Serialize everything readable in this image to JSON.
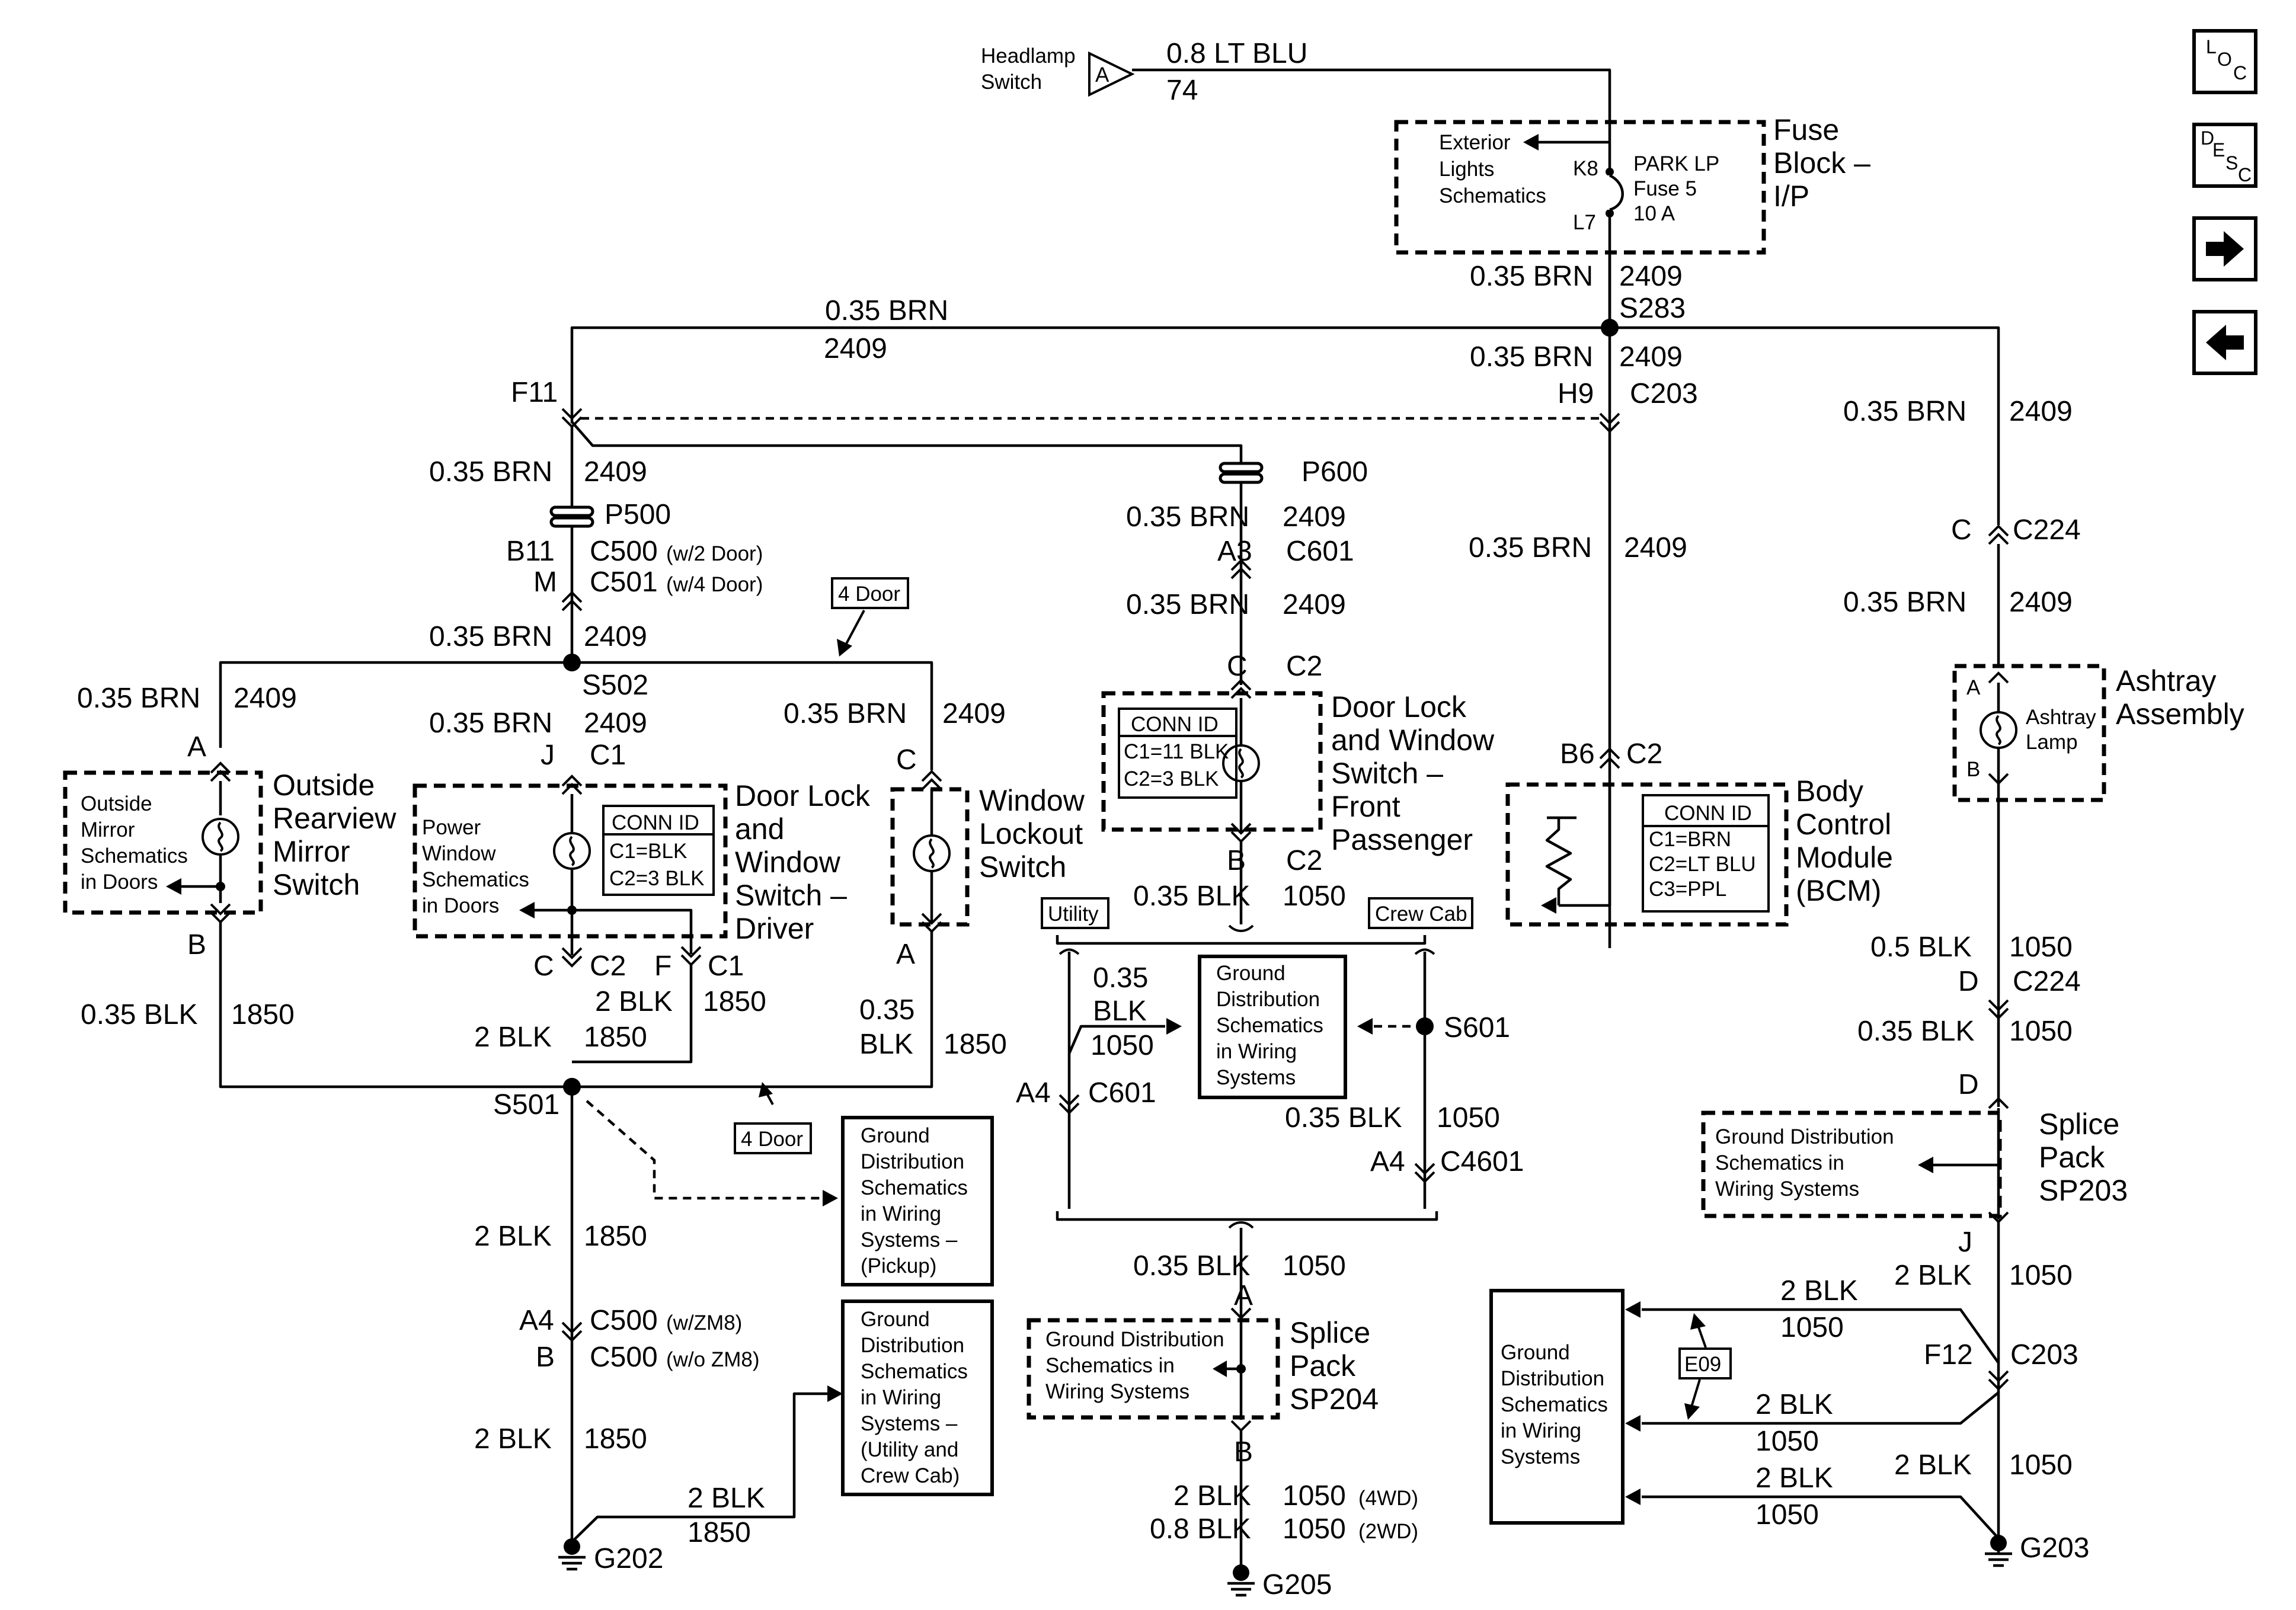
{
  "nav": {
    "loc_letters": [
      "L",
      "O",
      "C"
    ],
    "desc_letters": [
      "D",
      "E",
      "S",
      "C"
    ]
  },
  "top": {
    "headlamp_switch": [
      "Headlamp",
      "Switch"
    ],
    "conn_a": "A",
    "wire_gauge": "0.8 LT BLU",
    "wire_circuit": "74"
  },
  "fuse_block": {
    "title": [
      "Fuse",
      "Block –",
      "I/P"
    ],
    "exterior": [
      "Exterior",
      "Lights",
      "Schematics"
    ],
    "k8": "K8",
    "l7": "L7",
    "fuse": [
      "PARK LP",
      "Fuse 5",
      "10 A"
    ]
  },
  "spine": {
    "w1_gauge": "0.35 BRN",
    "w1_circuit": "2409",
    "s283": "S283",
    "w_main_gauge": "0.35 BRN",
    "w_main_circuit": "2409",
    "w2_gauge": "0.35 BRN",
    "w2_circuit": "2409",
    "h9": "H9",
    "c203": "C203",
    "w3_gauge": "0.35 BRN",
    "w3_circuit": "2409",
    "b6": "B6",
    "c2": "C2"
  },
  "left": {
    "f11": "F11",
    "w1_gauge": "0.35 BRN",
    "w1_circuit": "2409",
    "p500": "P500",
    "b11": "B11",
    "c500": "C500",
    "c500_note": "(w/2 Door)",
    "m": "M",
    "c501": "C501",
    "c501_note": "(w/4 Door)",
    "four_door": "4 Door",
    "w2_gauge": "0.35 BRN",
    "w2_circuit": "2409",
    "s502": "S502",
    "w3_gauge": "0.35 BRN",
    "w3_circuit": "2409",
    "j": "J",
    "c1": "C1"
  },
  "mirror": {
    "w_gauge": "0.35 BRN",
    "w_circuit": "2409",
    "pin_a": "A",
    "pin_b": "B",
    "box_text": [
      "Outside",
      "Mirror",
      "Schematics",
      "in Doors"
    ],
    "title": [
      "Outside",
      "Rearview",
      "Mirror",
      "Switch"
    ],
    "wb_gauge": "0.35 BLK",
    "wb_circuit": "1850"
  },
  "driver": {
    "box_text": [
      "Power",
      "Window",
      "Schematics",
      "in Doors"
    ],
    "conn_id": [
      "CONN ID",
      "C1=BLK",
      "C2=3 BLK"
    ],
    "title": [
      "Door Lock",
      "and",
      "Window",
      "Switch –",
      "Driver"
    ],
    "c": "C",
    "c2": "C2",
    "f": "F",
    "c1": "C1",
    "w_c_gauge": "2 BLK",
    "w_c_circuit": "1850",
    "w_f_gauge": "2 BLK",
    "w_f_circuit": "1850"
  },
  "lockout": {
    "w_gauge": "0.35 BRN",
    "w_circuit": "2409",
    "pin_c": "C",
    "pin_a": "A",
    "title": [
      "Window",
      "Lockout",
      "Switch"
    ],
    "wb_gauge": [
      "0.35",
      "BLK"
    ],
    "wb_circuit": "1850"
  },
  "ground_left": {
    "s501": "S501",
    "four_door": "4 Door",
    "pickup_box": [
      "Ground",
      "Distribution",
      "Schematics",
      "in Wiring",
      "Systems –",
      "(Pickup)"
    ],
    "w1_gauge": "2 BLK",
    "w1_circuit": "1850",
    "a4": "A4",
    "b": "B",
    "c500a": "C500",
    "c500a_note": "(w/ZM8)",
    "c500b": "C500",
    "c500b_note": "(w/o ZM8)",
    "utility_box": [
      "Ground",
      "Distribution",
      "Schematics",
      "in Wiring",
      "Systems –",
      "(Utility and",
      "Crew Cab)"
    ],
    "w2_gauge": "2 BLK",
    "w2_circuit": "1850",
    "w3_gauge": "2 BLK",
    "w3_circuit": "1850",
    "g202": "G202"
  },
  "passenger": {
    "p600": "P600",
    "w1_gauge": "0.35 BRN",
    "w1_circuit": "2409",
    "a3": "A3",
    "c601": "C601",
    "w2_gauge": "0.35 BRN",
    "w2_circuit": "2409",
    "c": "C",
    "c2": "C2",
    "conn_id": [
      "CONN ID",
      "C1=11 BLK",
      "C2=3 BLK"
    ],
    "title": [
      "Door Lock",
      "and Window",
      "Switch –",
      "Front",
      "Passenger"
    ],
    "b": "B",
    "c2b": "C2",
    "w3_gauge": "0.35 BLK",
    "w3_circuit": "1050"
  },
  "center_ground": {
    "utility": "Utility",
    "crew_cab": "Crew Cab",
    "w1_gauge": [
      "0.35",
      "BLK"
    ],
    "w1_circuit": "1050",
    "gd_box": [
      "Ground",
      "Distribution",
      "Schematics",
      "in Wiring",
      "Systems"
    ],
    "s601": "S601",
    "a4": "A4",
    "c601": "C601",
    "w2_gauge": "0.35 BLK",
    "w2_circuit": "1050",
    "a4b": "A4",
    "c4601": "C4601",
    "w3_gauge": "0.35 BLK",
    "w3_circuit": "1050",
    "a": "A",
    "splice_box": [
      "Ground Distribution",
      "Schematics in",
      "Wiring Systems"
    ],
    "splice_title": [
      "Splice",
      "Pack",
      "SP204"
    ],
    "b": "B",
    "w4a_gauge": "2 BLK",
    "w4a_circuit": "1050",
    "w4a_note": "(4WD)",
    "w4b_gauge": "0.8 BLK",
    "w4b_circuit": "1050",
    "w4b_note": "(2WD)",
    "g205": "G205"
  },
  "bcm": {
    "conn_id": [
      "CONN ID",
      "C1=BRN",
      "C2=LT BLU",
      "C3=PPL"
    ],
    "title": [
      "Body",
      "Control",
      "Module",
      "(BCM)"
    ]
  },
  "right": {
    "w1_gauge": "0.35 BRN",
    "w1_circuit": "2409",
    "c": "C",
    "c224": "C224",
    "w2_gauge": "0.35 BRN",
    "w2_circuit": "2409",
    "pin_a": "A",
    "pin_b": "B",
    "lamp": [
      "Ashtray",
      "Lamp"
    ],
    "title": [
      "Ashtray",
      "Assembly"
    ],
    "w3_gauge": "0.5 BLK",
    "w3_circuit": "1050",
    "d": "D",
    "c224b": "C224",
    "w4_gauge": "0.35 BLK",
    "w4_circuit": "1050",
    "d2": "D",
    "splice_box": [
      "Ground Distribution",
      "Schematics in",
      "Wiring Systems"
    ],
    "splice_title": [
      "Splice",
      "Pack",
      "SP203"
    ],
    "j": "J",
    "w5_gauge": "2 BLK",
    "w5_circuit": "1050",
    "f12": "F12",
    "c203": "C203",
    "w6_gauge": "2 BLK",
    "w6_circuit": "1050",
    "gd_box": [
      "Ground",
      "Distribution",
      "Schematics",
      "in Wiring",
      "Systems"
    ],
    "e09": "E09",
    "b1_gauge": "2 BLK",
    "b1_circuit": "1050",
    "b2_gauge": "2 BLK",
    "b2_circuit": "1050",
    "b3_gauge": "2 BLK",
    "b3_circuit": "1050",
    "g203": "G203"
  }
}
